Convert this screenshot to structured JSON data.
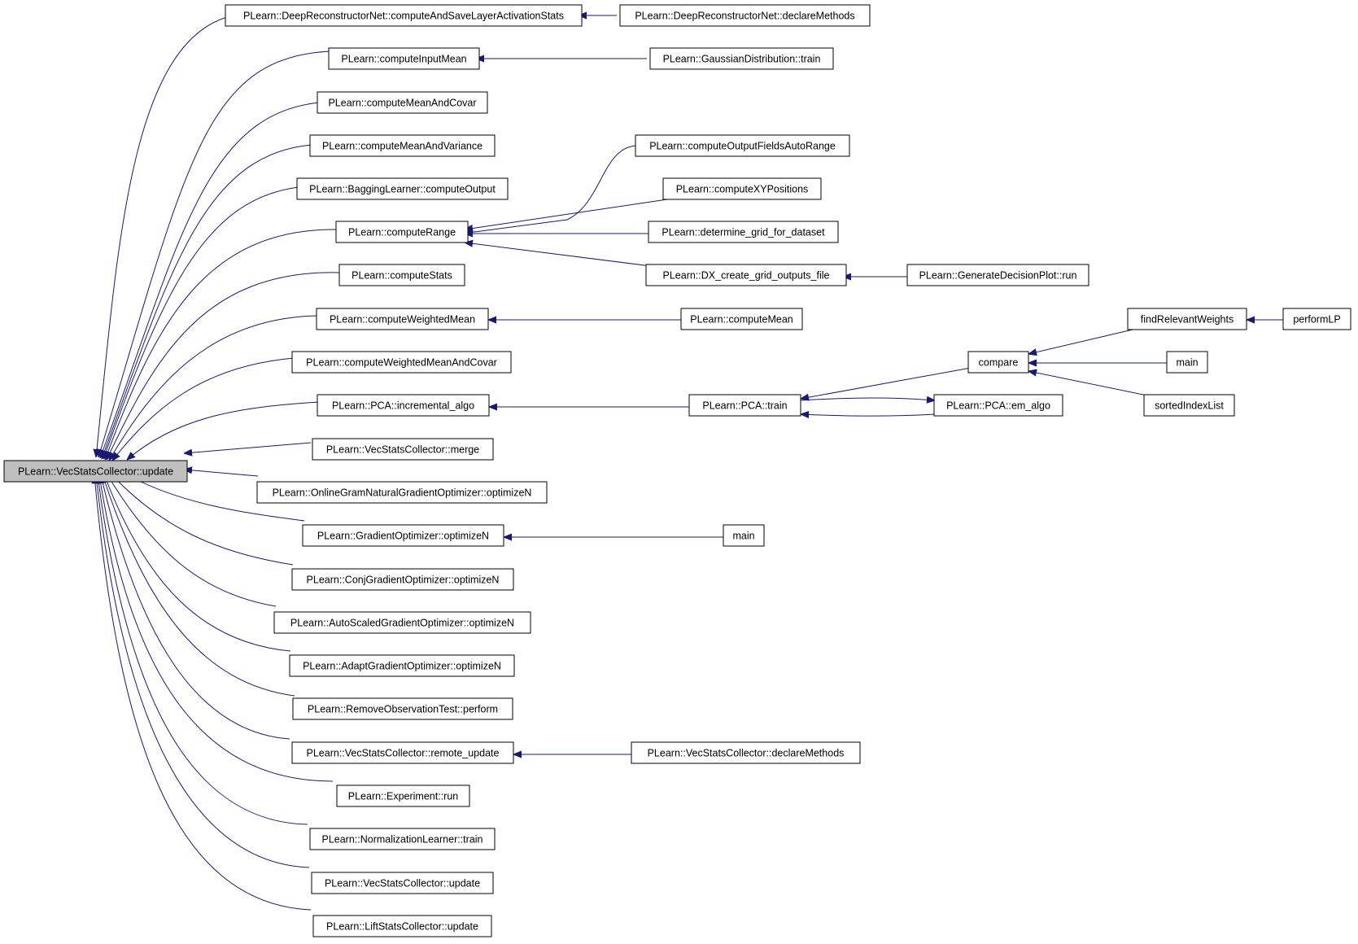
{
  "graph": {
    "root": "PLearn::VecStatsCollector::update",
    "nodes": {
      "root": "PLearn::VecStatsCollector::update",
      "deepSave": "PLearn::DeepReconstructorNet::computeAndSaveLayerActivationStats",
      "deepDeclare": "PLearn::DeepReconstructorNet::declareMethods",
      "inputMean": "PLearn::computeInputMean",
      "gaussTrain": "PLearn::GaussianDistribution::train",
      "meanCovar": "PLearn::computeMeanAndCovar",
      "meanVar": "PLearn::computeMeanAndVariance",
      "bagging": "PLearn::BaggingLearner::computeOutput",
      "outFields": "PLearn::computeOutputFieldsAutoRange",
      "xyPos": "PLearn::computeXYPositions",
      "range": "PLearn::computeRange",
      "gridDataset": "PLearn::determine_grid_for_dataset",
      "dxGrid": "PLearn::DX_create_grid_outputs_file",
      "genDecision": "PLearn::GenerateDecisionPlot::run",
      "stats": "PLearn::computeStats",
      "wMean": "PLearn::computeWeightedMean",
      "computeMean": "PLearn::computeMean",
      "findRel": "findRelevantWeights",
      "performLP": "performLP",
      "wMeanCovar": "PLearn::computeWeightedMeanAndCovar",
      "compare": "compare",
      "main1": "main",
      "incAlgo": "PLearn::PCA::incremental_algo",
      "pcaTrain": "PLearn::PCA::train",
      "emAlgo": "PLearn::PCA::em_algo",
      "sortedIdx": "sortedIndexList",
      "merge": "PLearn::VecStatsCollector::merge",
      "onlineGram": "PLearn::OnlineGramNaturalGradientOptimizer::optimizeN",
      "gradOpt": "PLearn::GradientOptimizer::optimizeN",
      "main2": "main",
      "conjGrad": "PLearn::ConjGradientOptimizer::optimizeN",
      "autoScaled": "PLearn::AutoScaledGradientOptimizer::optimizeN",
      "adaptGrad": "PLearn::AdaptGradientOptimizer::optimizeN",
      "removeObs": "PLearn::RemoveObservationTest::perform",
      "remoteUpd": "PLearn::VecStatsCollector::remote_update",
      "vscDeclare": "PLearn::VecStatsCollector::declareMethods",
      "expRun": "PLearn::Experiment::run",
      "normTrain": "PLearn::NormalizationLearner::train",
      "vscUpdate": "PLearn::VecStatsCollector::update",
      "liftUpdate": "PLearn::LiftStatsCollector::update"
    },
    "edges": [
      [
        "deepSave",
        "root"
      ],
      [
        "inputMean",
        "root"
      ],
      [
        "meanCovar",
        "root"
      ],
      [
        "meanVar",
        "root"
      ],
      [
        "bagging",
        "root"
      ],
      [
        "range",
        "root"
      ],
      [
        "stats",
        "root"
      ],
      [
        "wMean",
        "root"
      ],
      [
        "wMeanCovar",
        "root"
      ],
      [
        "incAlgo",
        "root"
      ],
      [
        "merge",
        "root"
      ],
      [
        "onlineGram",
        "root"
      ],
      [
        "gradOpt",
        "root"
      ],
      [
        "conjGrad",
        "root"
      ],
      [
        "autoScaled",
        "root"
      ],
      [
        "adaptGrad",
        "root"
      ],
      [
        "removeObs",
        "root"
      ],
      [
        "remoteUpd",
        "root"
      ],
      [
        "expRun",
        "root"
      ],
      [
        "normTrain",
        "root"
      ],
      [
        "vscUpdate",
        "root"
      ],
      [
        "liftUpdate",
        "root"
      ],
      [
        "deepDeclare",
        "deepSave"
      ],
      [
        "gaussTrain",
        "inputMean"
      ],
      [
        "outFields",
        "range"
      ],
      [
        "xyPos",
        "range"
      ],
      [
        "gridDataset",
        "range"
      ],
      [
        "dxGrid",
        "range"
      ],
      [
        "genDecision",
        "dxGrid"
      ],
      [
        "computeMean",
        "wMean"
      ],
      [
        "pcaTrain",
        "incAlgo"
      ],
      [
        "emAlgo",
        "pcaTrain"
      ],
      [
        "pcaTrain",
        "emAlgo"
      ],
      [
        "compare",
        "pcaTrain"
      ],
      [
        "findRel",
        "compare"
      ],
      [
        "main1",
        "compare"
      ],
      [
        "sortedIdx",
        "compare"
      ],
      [
        "performLP",
        "findRel"
      ],
      [
        "main2",
        "gradOpt"
      ],
      [
        "vscDeclare",
        "remoteUpd"
      ]
    ]
  }
}
